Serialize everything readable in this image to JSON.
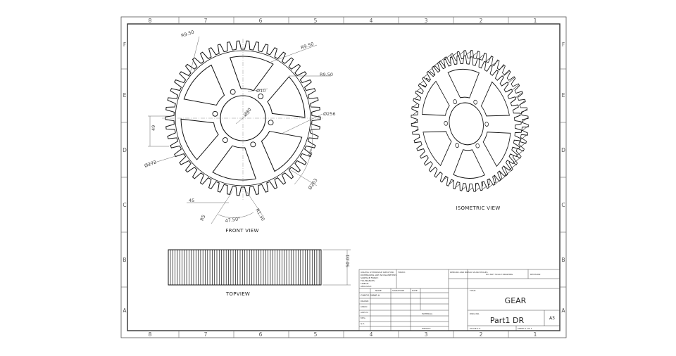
{
  "sheet": {
    "column_labels_top": [
      "8",
      "7",
      "6",
      "5",
      "4",
      "3",
      "2",
      "1"
    ],
    "column_labels_bottom": [
      "8",
      "7",
      "6",
      "5",
      "4",
      "3",
      "2",
      "1"
    ],
    "row_labels": [
      "F",
      "E",
      "D",
      "C",
      "B",
      "A"
    ]
  },
  "views": {
    "front": {
      "label": "FRONT VIEW",
      "dims": {
        "r1": "R9.50",
        "r2": "R9.50",
        "r3": "R9.50",
        "hole": "Ø10",
        "bore": "Ø80",
        "od": "Ø256",
        "pcd": "Ø272",
        "root": "Ø263",
        "h49": "49",
        "ang30": "30°",
        "d45": "45",
        "r5": "R5",
        "r130": "R1.30",
        "ang475": "47.50°"
      }
    },
    "isometric": {
      "label": "ISOMETRIC VIEW"
    },
    "top": {
      "label": "TOPVIEW",
      "dims": {
        "width": "50.01"
      }
    }
  },
  "title_block": {
    "title": "GEAR",
    "drawing_no": "Part1 DR",
    "size": "A3",
    "name_label": "CHECK GMAR A",
    "col_headers": [
      "NAME",
      "SIGNATURE",
      "DATE"
    ],
    "row_labels": [
      "DRAWN",
      "CHK'D",
      "APPV'D",
      "MFG",
      "Q.A"
    ],
    "notes": [
      "UNLESS OTHERWISE SPECIFIED:",
      "DIMENSIONS ARE IN MILLIMETERS",
      "SURFACE FINISH:",
      "TOLERANCES:",
      "LINEAR:",
      "ANGULAR:"
    ],
    "finish_label": "FINISH:",
    "deburr": "DEBURR AND BREAK SHARP EDGES",
    "no_scale": "DO NOT SCALE DRAWING",
    "revision": "REVISION",
    "title_label": "TITLE:",
    "dwg_label": "DWG NO.",
    "material": "MATERIAL:",
    "weight": "WEIGHT:",
    "scale": "SCALE:1:5",
    "sheet": "SHEET 1 OF 1"
  }
}
